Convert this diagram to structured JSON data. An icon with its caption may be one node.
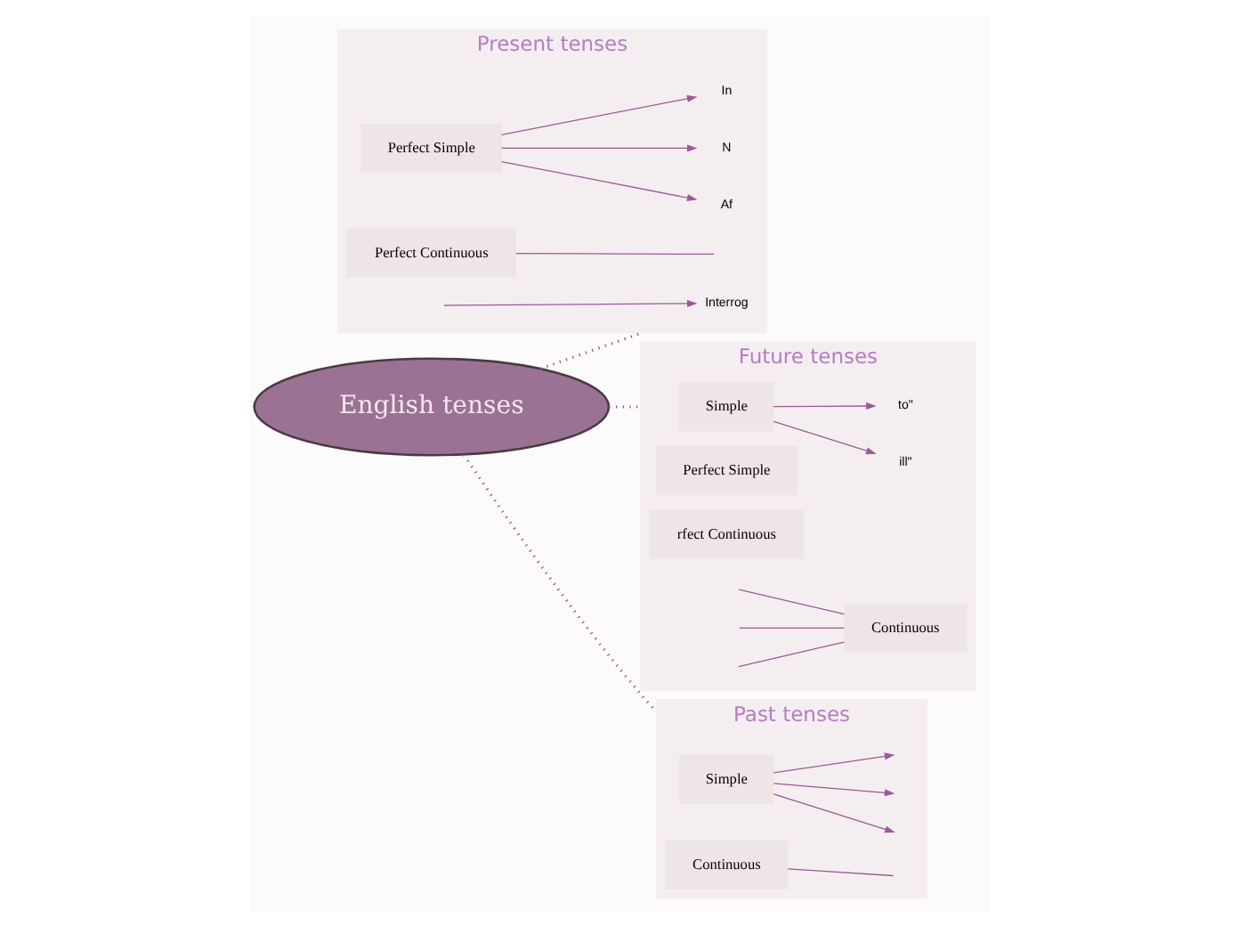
{
  "diagram": {
    "nodes": [
      {
        "text": [
          "English tenses"
        ]
      },
      {
        "text": [
          "Present tenses"
        ]
      },
      {
        "text": [
          "Future tenses"
        ]
      },
      {
        "text": [
          "Past tenses"
        ]
      },
      {
        "text": [
          "Interrog"
        ],
        "in": 1
      },
      {
        "text": [
          "Perfect Simple"
        ],
        "in": 1
      },
      {
        "text": [
          "Af"
        ],
        "in": 1
      },
      {
        "text": [
          "N"
        ],
        "in": 1
      },
      {
        "text": [
          "In"
        ],
        "in": 1
      },
      {
        "text": [
          "Perfect Continuous"
        ],
        "in": 1
      },
      {
        "text": [
          "Simple"
        ],
        "in": 2
      },
      {
        "text": [
          "ill\""
        ],
        "in": 2
      },
      {
        "text": [
          "to\""
        ],
        "in": 2
      },
      {
        "text": [
          "Continuous"
        ],
        "in": 2
      },
      {
        "text": [
          "Perfect Simple"
        ],
        "in": 2
      },
      {
        "text": [
          "rfect Continuous"
        ],
        "in": 2
      },
      {
        "text": [
          "Simple"
        ],
        "in": 3
      },
      {
        "text": [
          "Continuous"
        ],
        "in": 3
      }
    ],
    "edges": [
      {
        "from": 0,
        "to": 1,
        "arrow": "none",
        "style": "dashed"
      },
      {
        "from": 0,
        "to": 2,
        "arrow": "none",
        "style": "dashed"
      },
      {
        "from": 0,
        "to": 3,
        "arrow": "none",
        "style": "dashed"
      },
      {
        "from": null,
        "to": 4,
        "arrow": "to"
      },
      {
        "from": 5,
        "to": 6,
        "arrow": "to"
      },
      {
        "from": 5,
        "to": 7,
        "arrow": "to"
      },
      {
        "from": 5,
        "to": 8,
        "arrow": "to"
      },
      {
        "from": 9,
        "to": null,
        "arrow": "none"
      },
      {
        "from": 10,
        "to": 11,
        "arrow": "to"
      },
      {
        "from": 10,
        "to": 12,
        "arrow": "to"
      },
      {
        "from": 13,
        "to": null,
        "arrow": "none"
      },
      {
        "from": 13,
        "to": null,
        "arrow": "none"
      },
      {
        "from": 13,
        "to": null,
        "arrow": "none"
      },
      {
        "from": 16,
        "to": null,
        "arrow": "to"
      },
      {
        "from": 16,
        "to": null,
        "arrow": "to"
      },
      {
        "from": 16,
        "to": null,
        "arrow": "to"
      },
      {
        "from": 17,
        "to": null,
        "arrow": "none"
      }
    ]
  }
}
